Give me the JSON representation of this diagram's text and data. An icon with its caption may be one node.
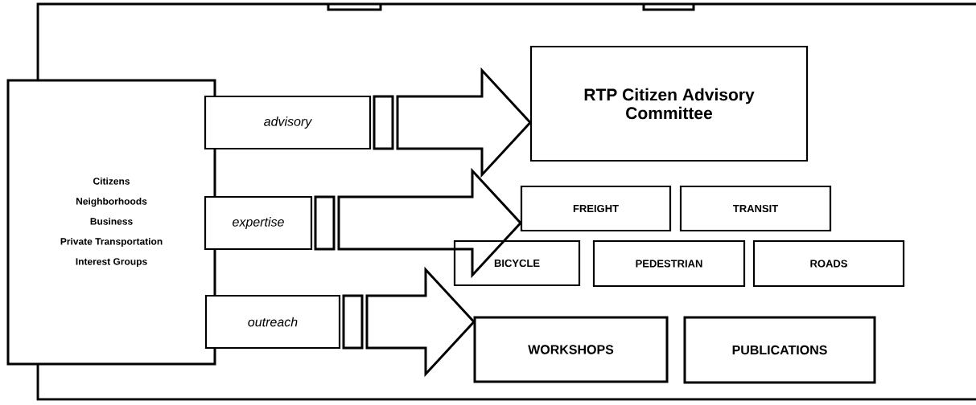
{
  "diagram": {
    "nodes": [
      {
        "text": [
          "Citizens",
          "Neighborhoods",
          "Business",
          "Private Transportation",
          "Interest Groups"
        ]
      },
      {
        "text": [
          "advisory"
        ]
      },
      {
        "text": [
          "RTP Citizen Advisory Committee"
        ]
      },
      {
        "text": [
          "expertise"
        ]
      },
      {
        "text": [
          "FREIGHT"
        ]
      },
      {
        "text": [
          "TRANSIT"
        ]
      },
      {
        "text": [
          "BICYCLE"
        ]
      },
      {
        "text": [
          "PEDESTRIAN"
        ]
      },
      {
        "text": [
          "ROADS"
        ]
      },
      {
        "text": [
          "outreach"
        ]
      },
      {
        "text": [
          "WORKSHOPS"
        ]
      },
      {
        "text": [
          "PUBLICATIONS"
        ]
      }
    ],
    "edges": [
      {
        "from": 1,
        "to": 2,
        "arrow": "to"
      },
      {
        "from": 3,
        "to": 4,
        "arrow": "to"
      },
      {
        "from": 9,
        "to": 10,
        "arrow": "to"
      }
    ]
  }
}
